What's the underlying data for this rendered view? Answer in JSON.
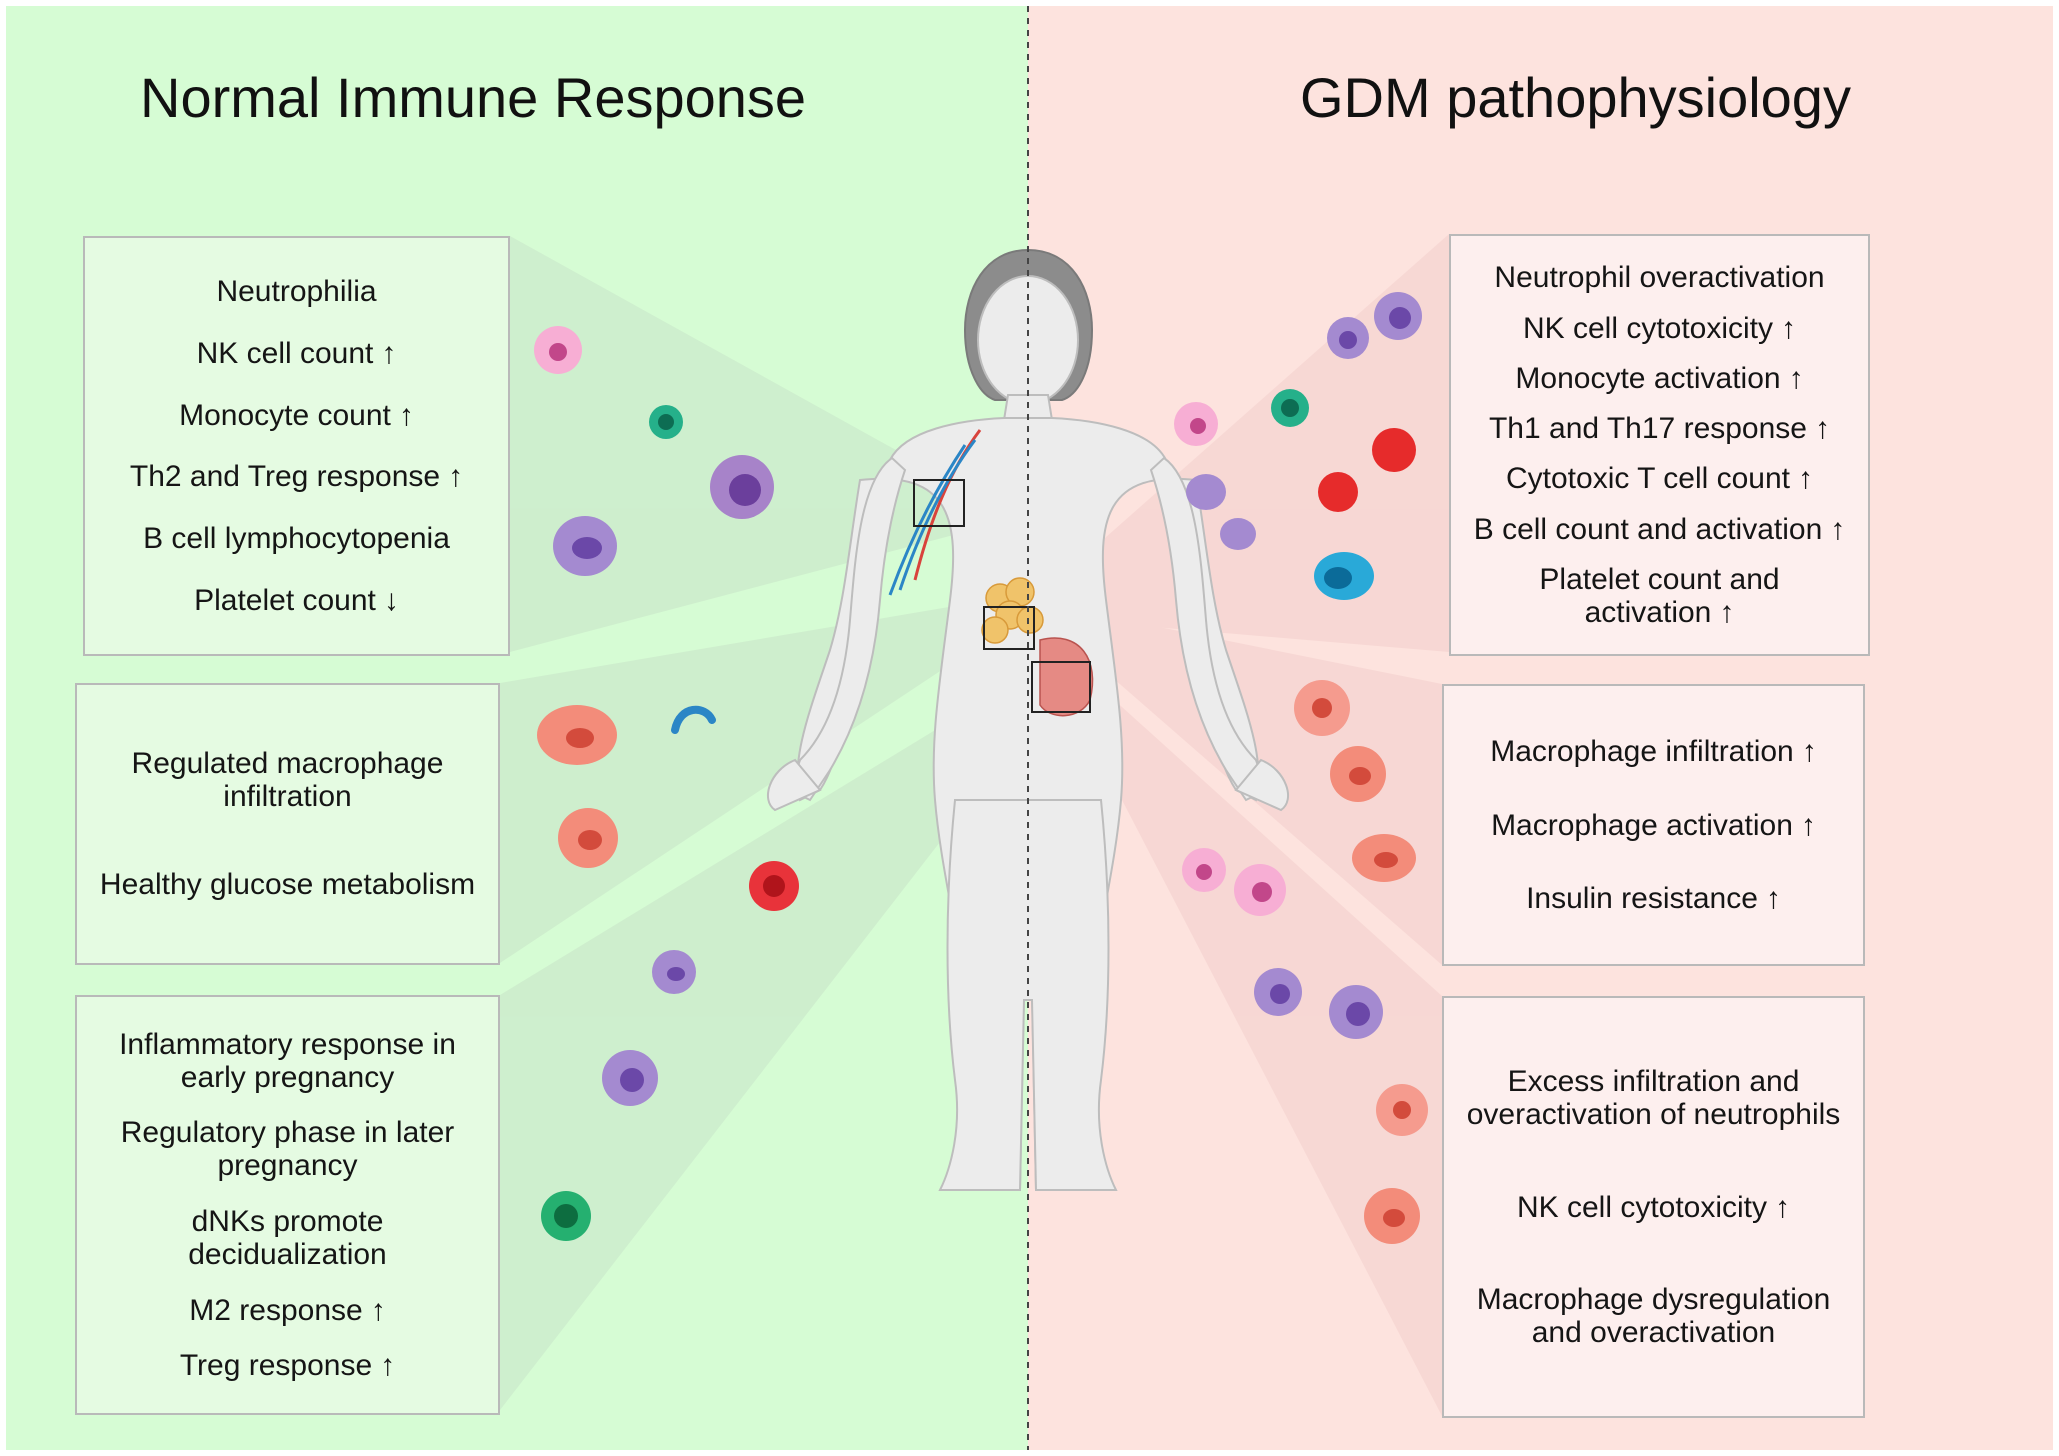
{
  "panels": {
    "left_title": "Normal Immune Response",
    "right_title": "GDM pathophysiology"
  },
  "arrows": {
    "up": "↑",
    "down": "↓"
  },
  "colors": {
    "left_bg": "#d6fcd4",
    "right_bg": "#fde3de",
    "box_border": "#b9b9b9",
    "body_fill": "#ececec",
    "pancreas": "#f0c36a",
    "vessel_blue": "#2b86c6",
    "vessel_red": "#d9433c"
  },
  "left_boxes": [
    {
      "lines": [
        {
          "text": "Neutrophilia",
          "arrow": ""
        },
        {
          "text": "NK cell count",
          "arrow": "↑"
        },
        {
          "text": "Monocyte count",
          "arrow": "↑"
        },
        {
          "text": "Th2 and Treg response",
          "arrow": "↑"
        },
        {
          "text": "B cell lymphocytopenia",
          "arrow": ""
        },
        {
          "text": "Platelet count",
          "arrow": "↓"
        }
      ]
    },
    {
      "lines": [
        {
          "text": "Regulated macrophage infiltration",
          "arrow": ""
        },
        {
          "text": "Healthy glucose metabolism",
          "arrow": ""
        }
      ]
    },
    {
      "lines": [
        {
          "text": "Inflammatory response in early pregnancy",
          "arrow": ""
        },
        {
          "text": "Regulatory phase in later pregnancy",
          "arrow": ""
        },
        {
          "text": "dNKs promote decidualization",
          "arrow": ""
        },
        {
          "text": "M2 response",
          "arrow": "↑"
        },
        {
          "text": "Treg response",
          "arrow": "↑"
        }
      ]
    }
  ],
  "right_boxes": [
    {
      "lines": [
        {
          "text": "Neutrophil overactivation",
          "arrow": ""
        },
        {
          "text": "NK cell cytotoxicity",
          "arrow": "↑"
        },
        {
          "text": "Monocyte activation",
          "arrow": "↑"
        },
        {
          "text": "Th1 and Th17 response",
          "arrow": "↑"
        },
        {
          "text": "Cytotoxic T cell count",
          "arrow": "↑"
        },
        {
          "text": "B cell count and activation",
          "arrow": "↑"
        },
        {
          "text": "Platelet count and activation",
          "arrow": "↑"
        }
      ]
    },
    {
      "lines": [
        {
          "text": "Macrophage infiltration",
          "arrow": "↑"
        },
        {
          "text": "Macrophage activation",
          "arrow": "↑"
        },
        {
          "text": "Insulin resistance",
          "arrow": "↑"
        }
      ]
    },
    {
      "lines": [
        {
          "text": "Excess infiltration and overactivation of neutrophils",
          "arrow": ""
        },
        {
          "text": "NK cell cytotoxicity",
          "arrow": "↑"
        },
        {
          "text": "Macrophage dysregulation and overactivation",
          "arrow": ""
        }
      ]
    }
  ]
}
